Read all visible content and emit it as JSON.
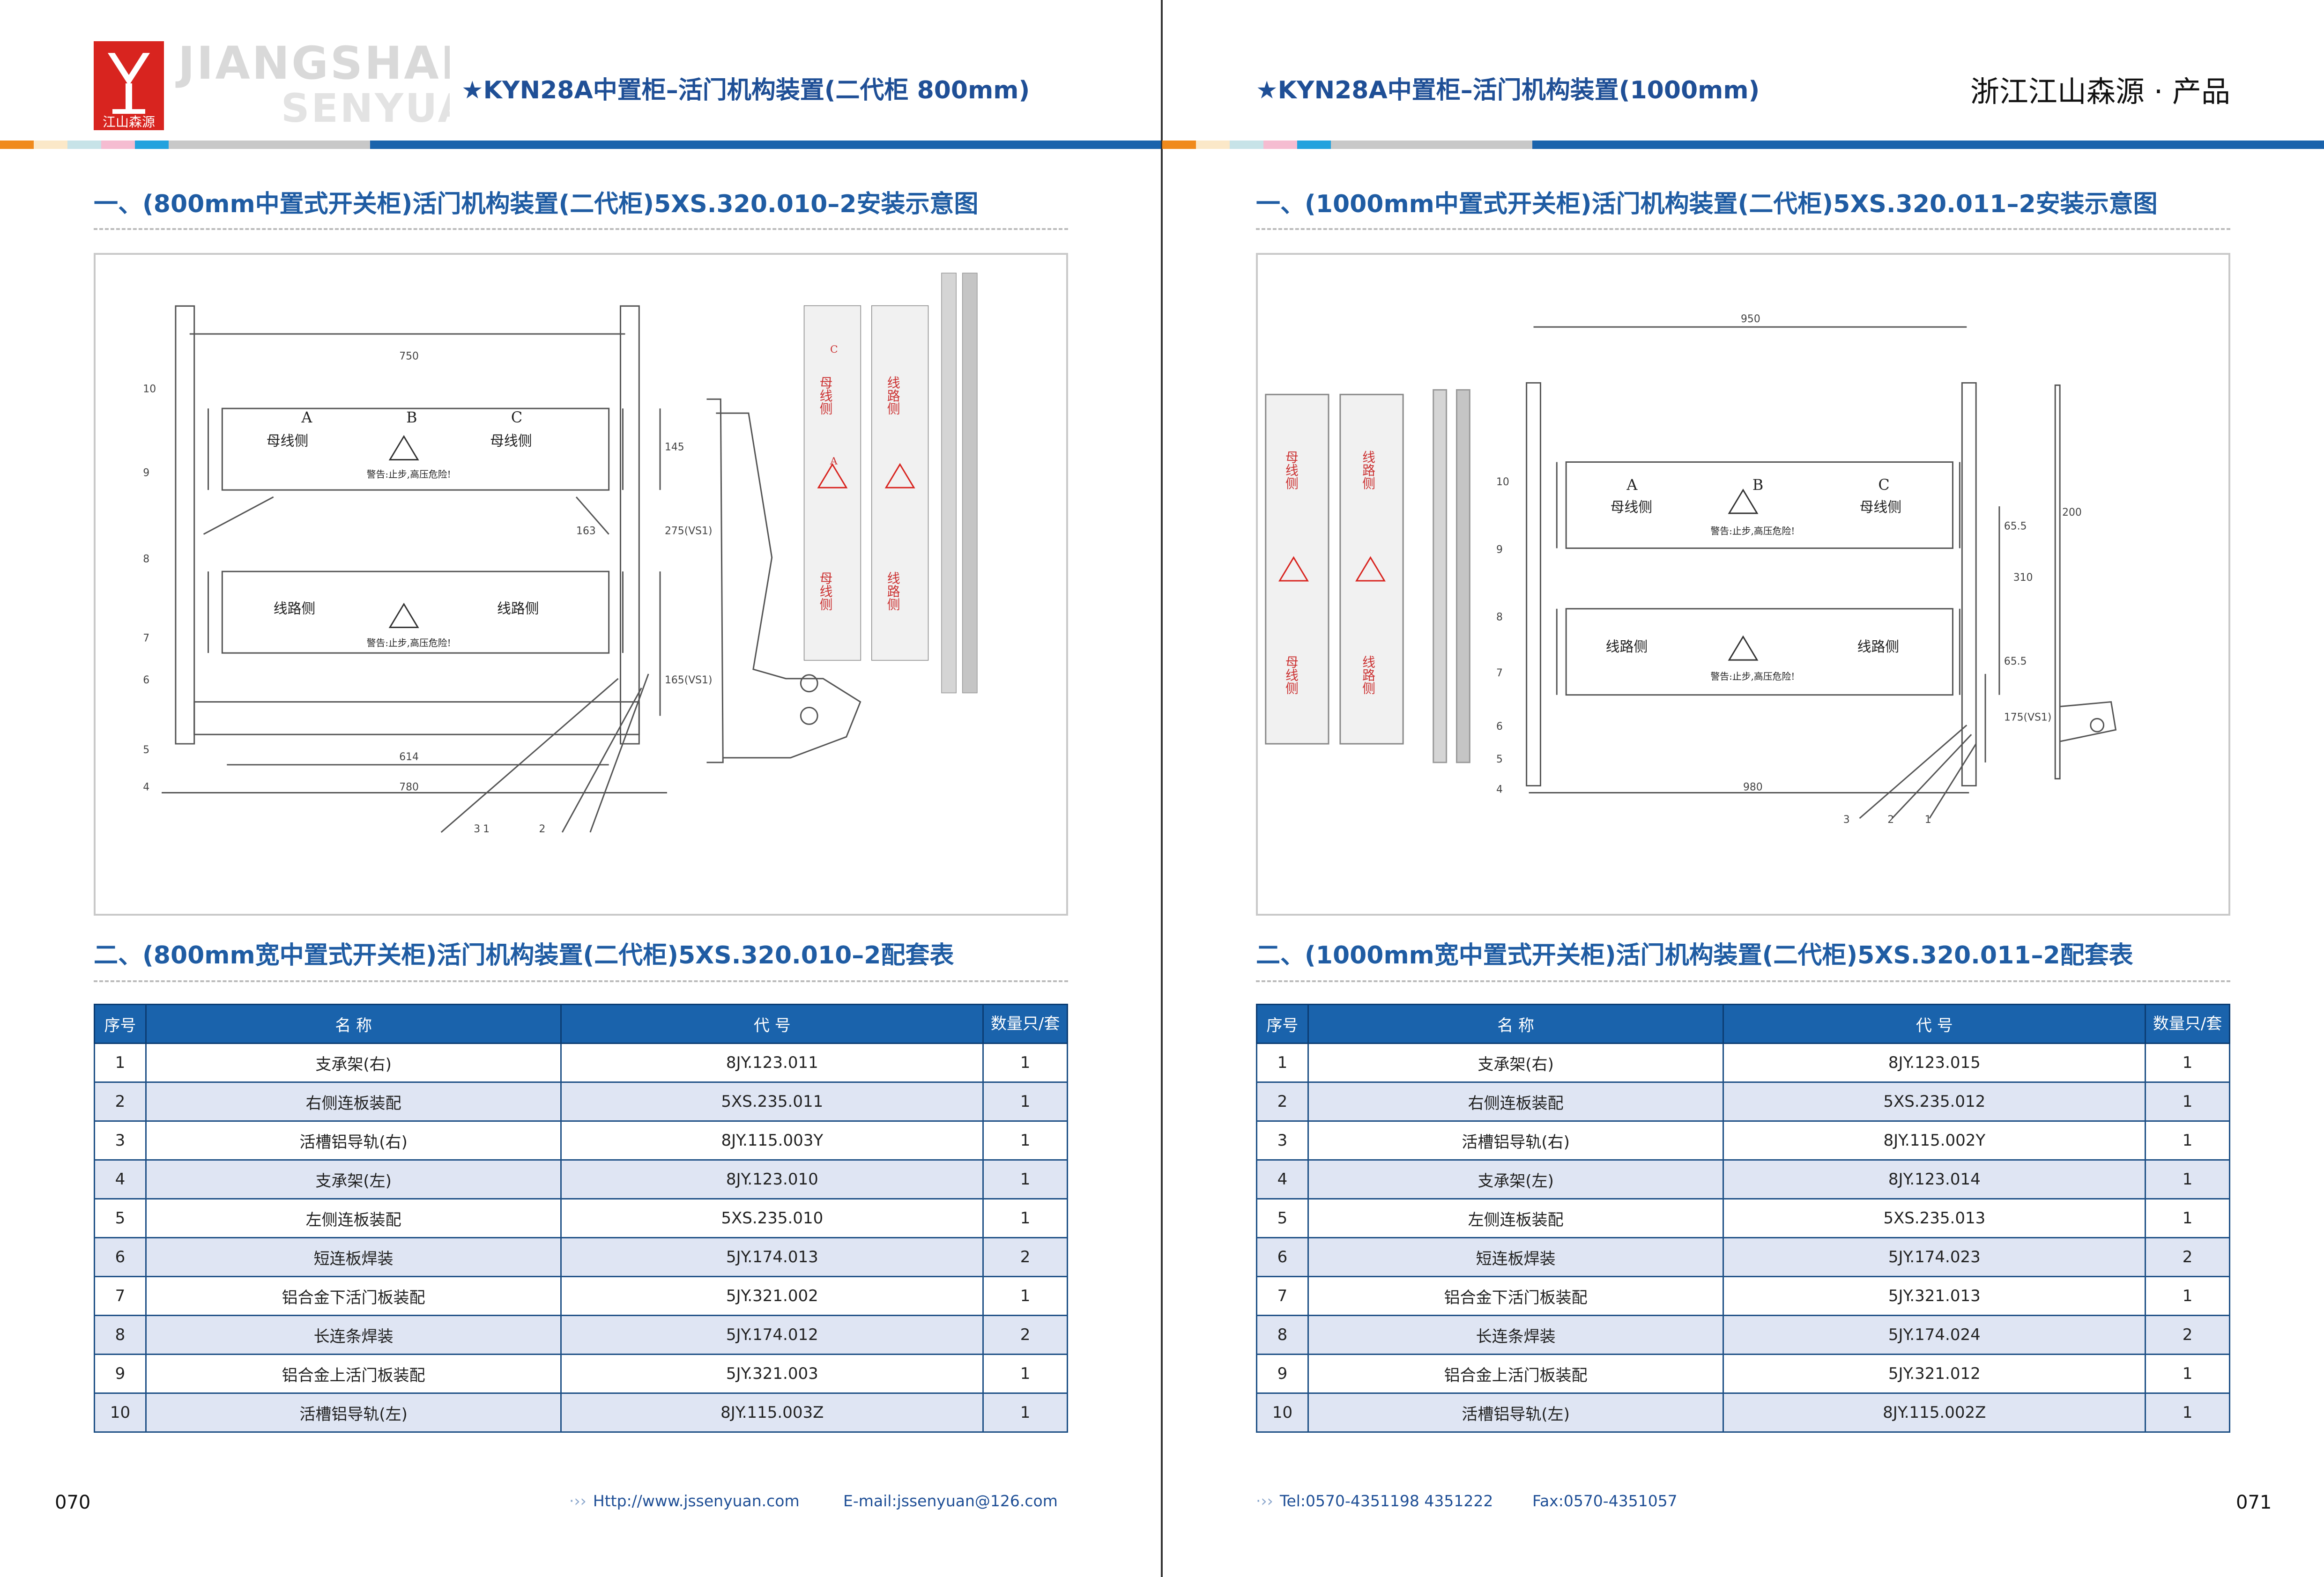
{
  "brand": {
    "logo_lettering": "JIANGSHAN SENYUAN",
    "logo_cn": "江山森源",
    "company": "浙江江山森源 · 产品"
  },
  "colors": {
    "title_blue": "#1f4f96",
    "table_header": "#1a63ac",
    "row_alt": "#dfe5f3",
    "logo_red": "#d8241f"
  },
  "left": {
    "header": "★KYN28A中置柜–活门机构装置(二代柜 800mm)",
    "section1": "一、(800mm中置式开关柜)活门机构装置(二代柜)5XS.320.010–2安装示意图",
    "section2": "二、(800mm宽中置式开关柜)活门机构装置(二代柜)5XS.320.010–2配套表",
    "figure": {
      "label_A": "A",
      "label_B": "B",
      "label_C": "C",
      "bus_side": "母线侧",
      "line_side": "线路侧",
      "warning": "警告:止步,高压危险!",
      "dim_750": "750",
      "dim_614": "614",
      "dim_780": "780",
      "dim_145": "145",
      "dim_163": "163",
      "dim_275": "275(VS1)",
      "dim_165": "165(VS1)",
      "callouts": [
        "1",
        "2",
        "3",
        "4",
        "5",
        "6",
        "7",
        "8",
        "9",
        "10"
      ],
      "panel_c": "C",
      "panel_a": "A"
    },
    "table": {
      "headers": [
        "序号",
        "名 称",
        "代 号",
        "数量只/套"
      ],
      "rows": [
        [
          "1",
          "支承架(右)",
          "8JY.123.011",
          "1"
        ],
        [
          "2",
          "右侧连板装配",
          "5XS.235.011",
          "1"
        ],
        [
          "3",
          "活槽铝导轨(右)",
          "8JY.115.003Y",
          "1"
        ],
        [
          "4",
          "支承架(左)",
          "8JY.123.010",
          "1"
        ],
        [
          "5",
          "左侧连板装配",
          "5XS.235.010",
          "1"
        ],
        [
          "6",
          "短连板焊装",
          "5JY.174.013",
          "2"
        ],
        [
          "7",
          "铝合金下活门板装配",
          "5JY.321.002",
          "1"
        ],
        [
          "8",
          "长连条焊装",
          "5JY.174.012",
          "2"
        ],
        [
          "9",
          "铝合金上活门板装配",
          "5JY.321.003",
          "1"
        ],
        [
          "10",
          "活槽铝导轨(左)",
          "8JY.115.003Z",
          "1"
        ]
      ]
    },
    "page_number": "070",
    "footer_url": "Http://www.jssenyuan.com",
    "footer_email": "E-mail:jssenyuan@126.com"
  },
  "right": {
    "header": "★KYN28A中置柜–活门机构装置(1000mm)",
    "section1": "一、(1000mm中置式开关柜)活门机构装置(二代柜)5XS.320.011–2安装示意图",
    "section2": "二、(1000mm宽中置式开关柜)活门机构装置(二代柜)5XS.320.011–2配套表",
    "figure": {
      "label_A": "A",
      "label_B": "B",
      "label_C": "C",
      "bus_side": "母线侧",
      "line_side": "线路侧",
      "warning": "警告:止步,高压危险!",
      "dim_950": "950",
      "dim_980": "980",
      "dim_310": "310",
      "dim_175": "175(VS1)",
      "dim_65a": "65.5",
      "dim_65b": "65.5",
      "dim_200": "200",
      "callouts": [
        "1",
        "2",
        "3",
        "4",
        "5",
        "6",
        "7",
        "8",
        "9",
        "10"
      ]
    },
    "table": {
      "headers": [
        "序号",
        "名 称",
        "代 号",
        "数量只/套"
      ],
      "rows": [
        [
          "1",
          "支承架(右)",
          "8JY.123.015",
          "1"
        ],
        [
          "2",
          "右侧连板装配",
          "5XS.235.012",
          "1"
        ],
        [
          "3",
          "活槽铝导轨(右)",
          "8JY.115.002Y",
          "1"
        ],
        [
          "4",
          "支承架(左)",
          "8JY.123.014",
          "1"
        ],
        [
          "5",
          "左侧连板装配",
          "5XS.235.013",
          "1"
        ],
        [
          "6",
          "短连板焊装",
          "5JY.174.023",
          "2"
        ],
        [
          "7",
          "铝合金下活门板装配",
          "5JY.321.013",
          "1"
        ],
        [
          "8",
          "长连条焊装",
          "5JY.174.024",
          "2"
        ],
        [
          "9",
          "铝合金上活门板装配",
          "5JY.321.012",
          "1"
        ],
        [
          "10",
          "活槽铝导轨(左)",
          "8JY.115.002Z",
          "1"
        ]
      ]
    },
    "page_number": "071",
    "footer_tel": "Tel:0570-4351198 4351222",
    "footer_fax": "Fax:0570-4351057"
  }
}
